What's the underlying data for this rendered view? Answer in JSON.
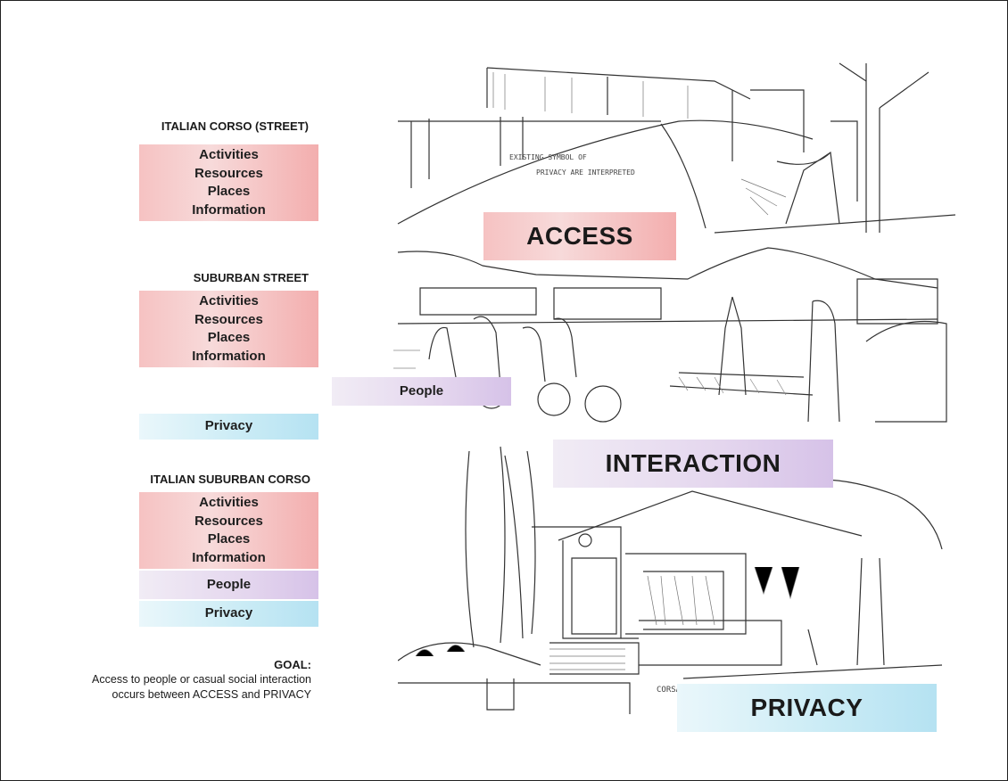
{
  "colors": {
    "access": "#f3aeae",
    "interaction": "#d6c2e8",
    "privacy": "#b5e2f2"
  },
  "left": {
    "italian_corso": {
      "heading": "ITALIAN CORSO (STREET)",
      "items": [
        "Activities",
        "Resources",
        "Places",
        "Information"
      ]
    },
    "suburban_street": {
      "heading": "SUBURBAN STREET",
      "items": [
        "Activities",
        "Resources",
        "Places",
        "Information"
      ],
      "people": "People",
      "privacy": "Privacy"
    },
    "italian_suburban_corso": {
      "heading": "ITALIAN SUBURBAN CORSO",
      "items": [
        "Activities",
        "Resources",
        "Places",
        "Information"
      ],
      "people": "People",
      "privacy": "Privacy"
    },
    "goal": {
      "title": "GOAL:",
      "line1": "Access to people or casual social interaction",
      "line2": "occurs between ACCESS and PRIVACY"
    }
  },
  "labels": {
    "access": "ACCESS",
    "interaction": "INTERACTION",
    "privacy": "PRIVACY"
  },
  "sketch_text": {
    "line1": "EXISTING SYMBOL OF",
    "line2": "PRIVACY ARE INTERPRETED",
    "plaque": "CORSA"
  }
}
